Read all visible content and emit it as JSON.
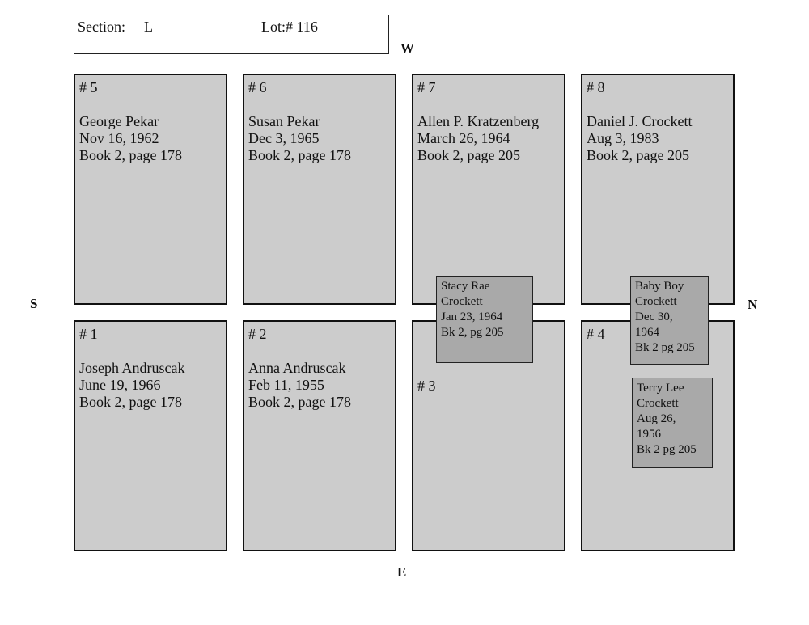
{
  "header": {
    "section_label": "Section:",
    "section_value": "L",
    "lot_label": "Lot:# 116"
  },
  "compass": {
    "west": "W",
    "east": "E",
    "south": "S",
    "north": "N"
  },
  "plots": [
    {
      "number": "# 5",
      "name": "George Pekar",
      "date": "Nov 16, 1962",
      "record": "Book 2, page 178"
    },
    {
      "number": "# 6",
      "name": "Susan Pekar",
      "date": "Dec 3, 1965",
      "record": "Book 2, page 178"
    },
    {
      "number": "# 7",
      "name": "Allen P. Kratzenberg",
      "date": "March 26, 1964",
      "record": "Book 2, page 205"
    },
    {
      "number": "# 8",
      "name": "Daniel J. Crockett",
      "date": "Aug 3, 1983",
      "record": "Book 2, page 205"
    },
    {
      "number": "# 1",
      "name": "Joseph Andruscak",
      "date": "June 19, 1966",
      "record": "Book 2, page 178"
    },
    {
      "number": "# 2",
      "name": "Anna Andruscak",
      "date": "Feb 11, 1955",
      "record": "Book 2, page 178"
    },
    {
      "number": "# 3"
    },
    {
      "number": "# 4"
    }
  ],
  "small_burials": [
    {
      "lines": [
        "Stacy Rae",
        "Crockett",
        "Jan 23, 1964",
        "Bk 2, pg 205"
      ]
    },
    {
      "lines": [
        "Baby Boy",
        "Crockett",
        "Dec 30,",
        "1964",
        "Bk 2 pg 205"
      ]
    },
    {
      "lines": [
        "Terry Lee",
        "Crockett",
        "Aug 26,",
        "1956",
        "Bk 2 pg 205"
      ]
    }
  ],
  "colors": {
    "plot_fill": "#cccccc",
    "small_burial_fill": "#a9a9a9"
  }
}
